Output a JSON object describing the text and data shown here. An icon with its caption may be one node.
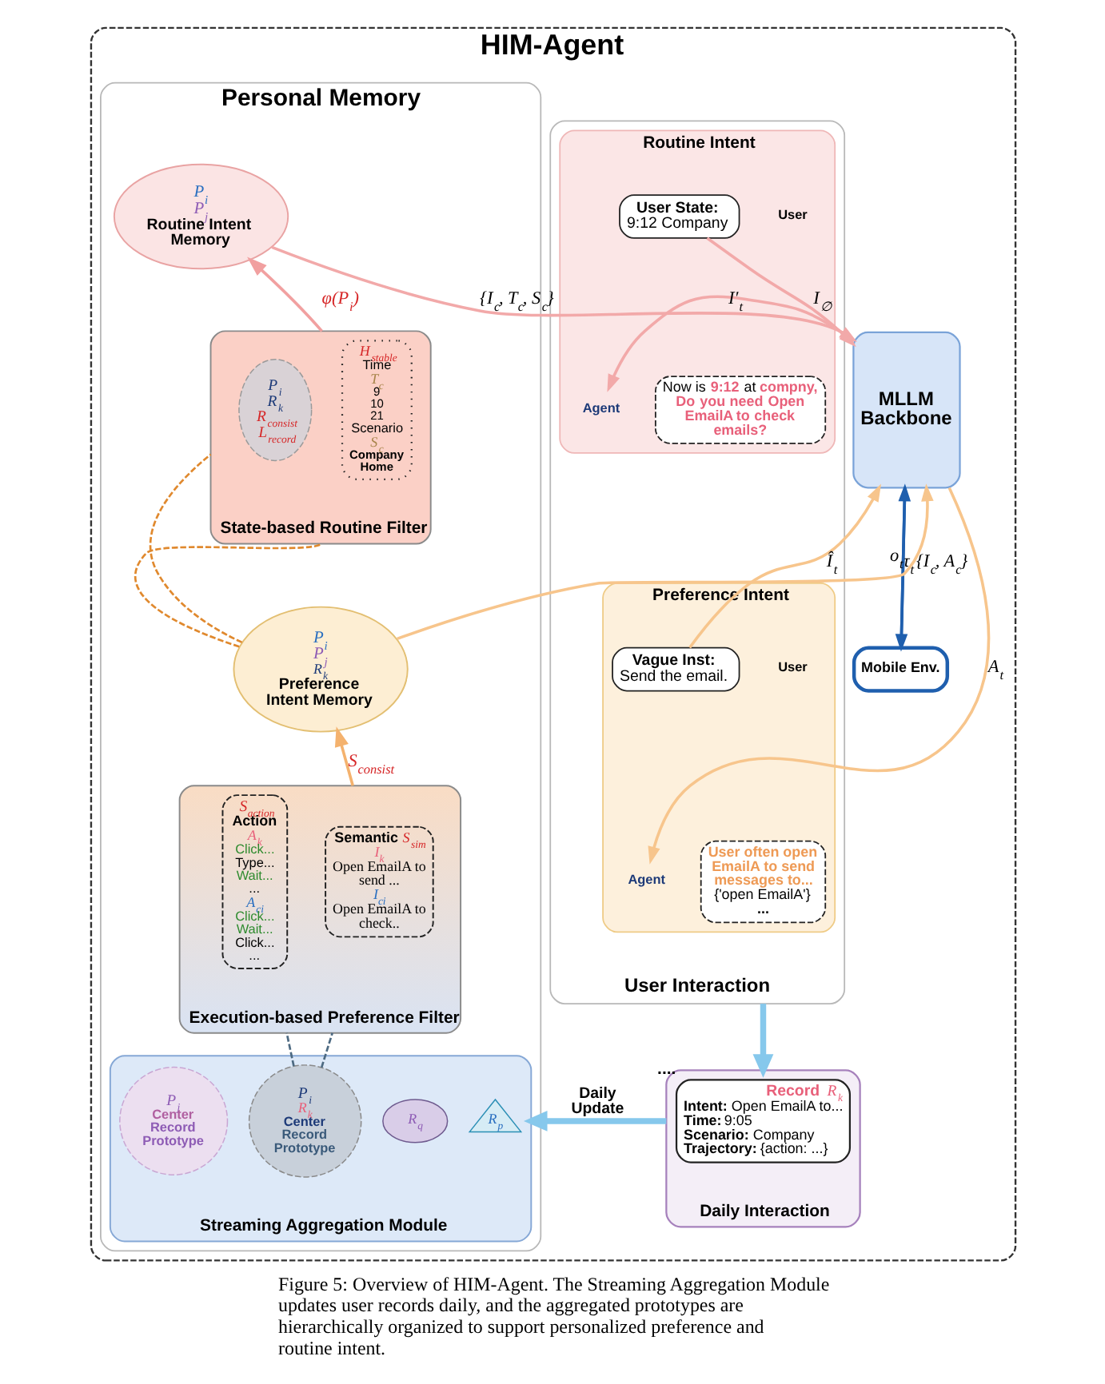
{
  "diagram": {
    "caption": "Figure 5: Overview of HIM-Agent. The Streaming Aggregation Module updates user records daily, and the aggregated prototypes are hierarchically organized to support personalized preference and routine intent.",
    "nodes": [
      {
        "text": [
          "HIM-Agent"
        ]
      },
      {
        "text": [
          "User Interaction"
        ],
        "in": 0
      },
      {
        "text": [
          "Routine Intent"
        ],
        "in": 1
      },
      {
        "text": [
          "User"
        ],
        "in": 2
      },
      {
        "text": [
          "User State:",
          "9:12 Company"
        ],
        "in": 2
      },
      {
        "text": [
          "Now is **9:12** at **compny, Do you need Open EmailA to check emails?**"
        ],
        "in": 2
      },
      {
        "text": [
          "Agent"
        ],
        "in": 2
      },
      {
        "text": [
          "Preference Intent"
        ],
        "in": 1
      },
      {
        "text": [
          "User"
        ],
        "in": 7
      },
      {
        "text": [
          "Vague Inst:",
          "Send the email."
        ],
        "in": 7
      },
      {
        "text": [
          "User often open EmailA to send messages to...",
          "{'open EmailA'}",
          "..."
        ],
        "in": 7
      },
      {
        "text": [
          "Agent"
        ],
        "in": 7
      },
      {
        "text": [
          "MLLM Backbone"
        ],
        "in": 0
      },
      {
        "text": [
          "Mobile Env."
        ],
        "in": 0
      },
      {
        "text": [
          "Daily Interaction"
        ],
        "in": 0
      },
      {
        "text": [
          "**Record** *R*$_{k}$",
          "**Intent:** Open EmailA to...",
          "**Time:** 9:05",
          "**Scenario:** Company",
          "**Trajectory:** {action: ...}"
        ],
        "in": 14,
        "beside": [
          "...."
        ]
      },
      {
        "text": [
          "Personal Memory"
        ],
        "in": 0
      },
      {
        "text": [
          "P$_{i}$",
          "P$_{j}$",
          "Routine Intent Memory"
        ],
        "in": 16
      },
      {
        "text": [
          "State-based Routine Filter"
        ],
        "in": 16
      },
      {
        "text": [
          "H$_{stable}$",
          "Time",
          "T$_{c}$",
          "9",
          "10",
          "21",
          "Scenario",
          "S$_{c}$",
          "Company",
          "Home"
        ],
        "in": 18
      },
      {
        "text": [
          "P$_{i}$",
          "R$_{k}$",
          "R$_{consist}$",
          "L$_{record}$"
        ],
        "in": 18
      },
      {
        "text": [
          "P$_{i}$",
          "P$_{j}$",
          "R$_{k}$",
          "Preference Intent Memory"
        ],
        "in": 16
      },
      {
        "text": [
          "Execution-based Preference Filter"
        ],
        "in": 16
      },
      {
        "text": [
          "**Semantic** *S*$_{sim}$",
          "I$_{k}$",
          "Open EmailA to send ...",
          "I$_{ci}$",
          "Open EmailA to check.."
        ],
        "in": 22
      },
      {
        "text": [
          "S$_{action}$",
          "Action",
          "A$_{k}$",
          "Click...",
          "Type...",
          "Wait...",
          "...",
          "A$_{ci}$",
          "Click...",
          "Wait...",
          "Click...",
          "..."
        ],
        "in": 22
      },
      {
        "text": [
          "Streaming Aggregation Module"
        ],
        "in": 16
      },
      {
        "text": [
          "R$_{p}$"
        ],
        "in": 25
      },
      {
        "text": [
          "R$_{q}$"
        ],
        "in": 25
      },
      {
        "text": [
          "P$_{i}$",
          "R$_{k}$",
          "Center",
          "Record Prototype"
        ],
        "in": 25
      },
      {
        "text": [
          "P$_{j}$",
          "Center",
          "Record Prototype"
        ],
        "in": 25
      }
    ],
    "edges": [
      {
        "from": 4,
        "to": 12,
        "arrow": "to",
        "label": "I$_{∅}$",
        "color": "#f2a9a9"
      },
      {
        "from": 12,
        "to": 6,
        "arrow": "to",
        "label": "I′$_{t}$",
        "color": "#f2a9a9"
      },
      {
        "from": 9,
        "to": 12,
        "arrow": "to",
        "label": "Î$_{t}$",
        "color": "#f7c58c"
      },
      {
        "from": 12,
        "to": 11,
        "arrow": "to",
        "label": "A$_{t}$",
        "color": "#f7c58c"
      },
      {
        "from": 17,
        "to": 12,
        "arrow": "to",
        "label": "{I$_{c}$, T$_{c}$, S$_{c}$}",
        "color": "#f2a9a9"
      },
      {
        "from": 18,
        "to": 17,
        "arrow": "to",
        "label": "φ(P$_{i}$)",
        "color": "#f1a0a0"
      },
      {
        "from": 21,
        "to": 18,
        "arrow": "none",
        "style": "dashed",
        "color": "#e0892e"
      },
      {
        "from": 21,
        "to": 18,
        "arrow": "none",
        "style": "dashed",
        "color": "#e0892e"
      },
      {
        "from": 21,
        "to": 12,
        "arrow": "to",
        "label": "{I$_{c}$, A$_{c}$}",
        "color": "#f7c58c"
      },
      {
        "from": 22,
        "to": 21,
        "arrow": "to",
        "label": "S$_{consist}$",
        "color": "#f4b26e"
      },
      {
        "from": 28,
        "to": 22,
        "arrow": "none",
        "style": "dashed",
        "color": "#4d6a82"
      },
      {
        "from": 28,
        "to": 22,
        "arrow": "none",
        "style": "dashed",
        "color": "#4d6a82"
      },
      {
        "from": 13,
        "to": 12,
        "arrow": "to",
        "label": "o$_{t}$",
        "color": "#1f5fae"
      },
      {
        "from": 12,
        "to": 13,
        "arrow": "to",
        "label": "τ$_{t}$",
        "color": "#1f5fae"
      },
      {
        "from": 1,
        "to": 14,
        "arrow": "to",
        "style": "thick",
        "color": "#86c8ec"
      },
      {
        "from": 14,
        "to": 25,
        "arrow": "to",
        "label": "Daily Update",
        "style": "thick",
        "color": "#86c8ec"
      }
    ]
  }
}
